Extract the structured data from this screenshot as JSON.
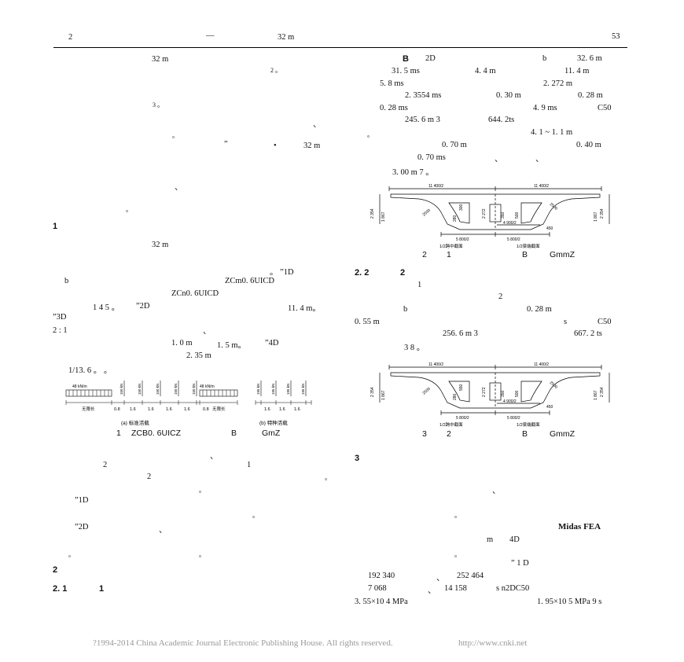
{
  "header": {
    "left_num": "2",
    "dash": "—",
    "title": "32 m",
    "page": "53"
  },
  "left_col": {
    "l1": "32 m",
    "l2": "2 。",
    "l3": "3 。",
    "l4": "、",
    "l5": "。",
    "l6a": "”",
    "l6b": "•",
    "l6c": "32 m",
    "l7": "、",
    "l8": "。",
    "s1": "1",
    "l9": "32 m",
    "l10": "。 ”1D",
    "l11a": "b",
    "l11b": "ZCm0. 6UICD",
    "l12": "ZCn0. 6UICD",
    "l13a": "1 4 5 。",
    "l13b": "”2D",
    "l13c": "11. 4 m。",
    "l14": "”3D",
    "l15a": "2 : 1",
    "l15b": "、",
    "l16a": "1. 0 m",
    "l16b": "1. 5 m。",
    "l16c": "”4D",
    "l17": "2. 35 m",
    "l18": "1/13. 6 。 。",
    "fig1_caption_a": "1",
    "fig1_caption_b": "ZCB0. 6UICZ",
    "fig1_caption_c": "B",
    "fig1_caption_d": "GmZ",
    "l19": "、",
    "l20a": "2",
    "l20b": "1",
    "l21a": "2",
    "l21b": "。",
    "l22": "。",
    "l23": "”1D",
    "l24": "。",
    "l25a": "”2D",
    "l25b": "、",
    "l26a": "。",
    "l26b": "。",
    "s2": "2",
    "s21a": "2. 1",
    "s21b": "1"
  },
  "right_col": {
    "r1a": "B",
    "r1b": "2D",
    "r1c": "b",
    "r1d": "32. 6 m",
    "r2a": "31. 5 ms",
    "r2b": "4. 4 m",
    "r2c": "11. 4 m",
    "r3a": "5. 8 ms",
    "r3b": "2. 272 m",
    "r4a": "2. 3554 ms",
    "r4b": "0. 30 m",
    "r4c": "0. 28 m",
    "r5a": "0. 28 ms",
    "r5b": "4. 9 ms",
    "r5c": "C50",
    "r6a": "245. 6 m 3",
    "r6b": "644. 2ts",
    "r7a": "。",
    "r7b": "4. 1 ~ 1. 1 m",
    "r8a": "0. 70 m",
    "r8b": "0. 40 m",
    "r9a": "0. 70 ms",
    "r9b": "、",
    "r9c": "、",
    "r10": "3. 00 m 7 。",
    "fig2_caption_a": "2",
    "fig2_caption_b": "1",
    "fig2_caption_c": "B",
    "fig2_caption_d": "GmmZ",
    "s22a": "2. 2",
    "s22b": "2",
    "r11": "1",
    "r12": "2",
    "r13a": "b",
    "r13b": "0. 28 m",
    "r14a": "0. 55 m",
    "r14b": "s",
    "r14c": "C50",
    "r15a": "256. 6 m 3",
    "r15b": "667. 2 ts",
    "r16": "3 8 。",
    "fig3_caption_a": "3",
    "fig3_caption_b": "2",
    "fig3_caption_c": "B",
    "fig3_caption_d": "GmmZ",
    "s3": "3",
    "r17": "、",
    "r18": "。",
    "r19": "Midas FEA",
    "r20a": "m",
    "r20b": "4D",
    "r21": "。",
    "r22": "” 1 D",
    "r23a": "192 340",
    "r23b": "、",
    "r23c": "252 464",
    "r24a": "7 068",
    "r24b": "、",
    "r24c": "14 158",
    "r24d": "s n2DC50",
    "r25a": "3. 55×10 4 MPa",
    "r25b": "1. 95×10 5 MPa 9 s"
  },
  "fig1": {
    "std_load_left": "48 kN/m",
    "std_load_right": "48 kN/m",
    "axle": "150 kN",
    "spec_axle": "195 kN",
    "inf_left": "无限长",
    "inf_right": "无限长",
    "d08": "0.8",
    "d16": "1.6",
    "label_a": "(a) 标准活载",
    "label_b": "(b) 特种活载"
  },
  "fig2": {
    "half_w": "11 400/2",
    "dim_2500": "2500",
    "dim_2354": "2 354",
    "dim_1867": "1 867",
    "dim_2272": "2 272",
    "dim_350": "350",
    "dim_450": "450",
    "dim_500": "500",
    "dim_280": "280",
    "dim_300": "300",
    "dim_4900": "4 900/2",
    "dim_5800": "5 800/2",
    "mid_label": "1/2跨中截面",
    "sup_label": "1/2梁端截面"
  },
  "fig3": {
    "dim_550": "550",
    "dim_280": "280",
    "dim_450": "450"
  },
  "footer": {
    "copyright": "?1994-2014 China Academic Journal Electronic Publishing House. All rights reserved.",
    "url": "http://www.cnki.net"
  }
}
